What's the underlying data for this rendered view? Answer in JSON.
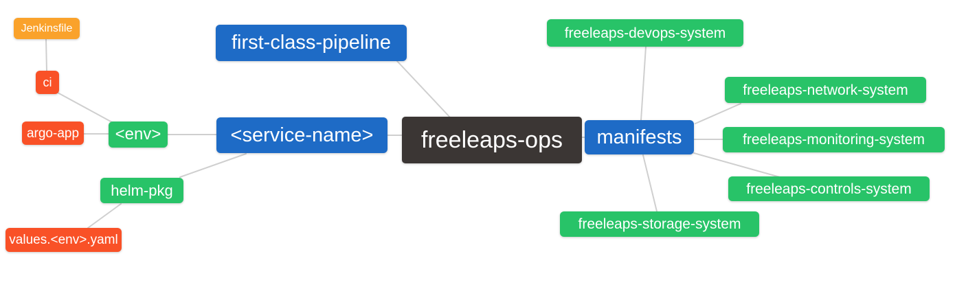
{
  "diagram": {
    "type": "mindmap",
    "root_label": "freeleaps-ops"
  },
  "palette": {
    "root_node": "#3b3634",
    "level1_node": "#1e6bc6",
    "level2_node": "#28c368",
    "level3_node": "#f95127",
    "level4_node": "#faa22b",
    "edge": "#cfcfcf",
    "node_text": "#ffffff",
    "background": "#ffffff"
  },
  "nodes": {
    "root": {
      "label": "freeleaps-ops"
    },
    "first_class_pipeline": {
      "label": "first-class-pipeline"
    },
    "service_name": {
      "label": "<service-name>"
    },
    "manifests": {
      "label": "manifests"
    },
    "env": {
      "label": "<env>"
    },
    "helm_pkg": {
      "label": "helm-pkg"
    },
    "ci": {
      "label": "ci"
    },
    "argo_app": {
      "label": "argo-app"
    },
    "jenkinsfile": {
      "label": "Jenkinsfile"
    },
    "values_env_yaml": {
      "label": "values.<env>.yaml"
    },
    "devops_system": {
      "label": "freeleaps-devops-system"
    },
    "network_system": {
      "label": "freeleaps-network-system"
    },
    "monitoring_system": {
      "label": "freeleaps-monitoring-system"
    },
    "controls_system": {
      "label": "freeleaps-controls-system"
    },
    "storage_system": {
      "label": "freeleaps-storage-system"
    }
  },
  "edges": [
    {
      "from": "jenkinsfile",
      "to": "ci"
    },
    {
      "from": "ci",
      "to": "env"
    },
    {
      "from": "argo_app",
      "to": "env"
    },
    {
      "from": "env",
      "to": "service_name"
    },
    {
      "from": "helm_pkg",
      "to": "service_name"
    },
    {
      "from": "values_env_yaml",
      "to": "helm_pkg"
    },
    {
      "from": "first_class_pipeline",
      "to": "root"
    },
    {
      "from": "service_name",
      "to": "root"
    },
    {
      "from": "root",
      "to": "manifests"
    },
    {
      "from": "manifests",
      "to": "devops_system"
    },
    {
      "from": "manifests",
      "to": "network_system"
    },
    {
      "from": "manifests",
      "to": "monitoring_system"
    },
    {
      "from": "manifests",
      "to": "controls_system"
    },
    {
      "from": "manifests",
      "to": "storage_system"
    }
  ]
}
